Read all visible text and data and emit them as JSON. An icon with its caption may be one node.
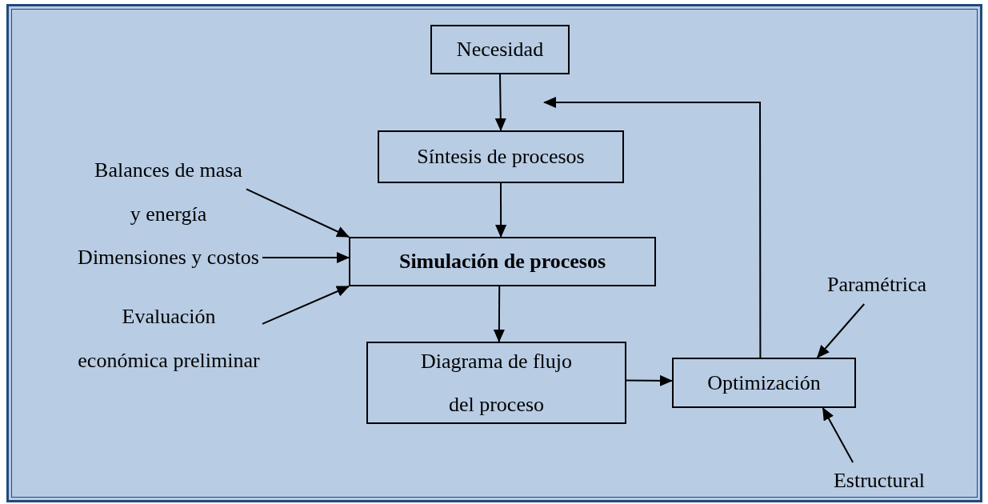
{
  "diagram": {
    "nodes": [
      {
        "text": [
          "Necesidad"
        ]
      },
      {
        "text": [
          "Síntesis de procesos"
        ]
      },
      {
        "text": [
          "Balances de masa y energía"
        ]
      },
      {
        "text": [
          "Dimensiones y costos"
        ]
      },
      {
        "text": [
          "Simulación de procesos"
        ]
      },
      {
        "text": [
          "Evaluación económica preliminar"
        ]
      },
      {
        "text": [
          "Diagrama de flujo del proceso"
        ]
      },
      {
        "text": [
          "Optimización"
        ]
      },
      {
        "text": [
          "Paramétrica"
        ]
      },
      {
        "text": [
          "Estructural"
        ]
      }
    ],
    "edges": [
      {
        "from": 0,
        "to": 1,
        "arrow": "to"
      },
      {
        "from": 1,
        "to": 4,
        "arrow": "to"
      },
      {
        "from": 2,
        "to": 4,
        "arrow": "to"
      },
      {
        "from": 3,
        "to": 4,
        "arrow": "to"
      },
      {
        "from": 5,
        "to": 4,
        "arrow": "to"
      },
      {
        "from": 4,
        "to": 6,
        "arrow": "to"
      },
      {
        "from": 6,
        "to": 7,
        "arrow": "to"
      },
      {
        "from": 7,
        "to": null,
        "arrow": "to"
      },
      {
        "from": 8,
        "to": 7,
        "arrow": "to"
      },
      {
        "from": 9,
        "to": 7,
        "arrow": "to"
      }
    ]
  }
}
